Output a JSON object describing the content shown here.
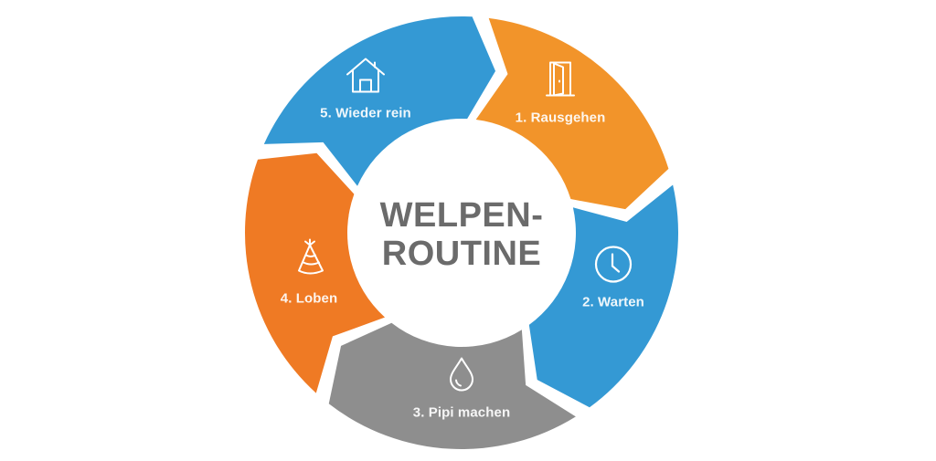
{
  "title": {
    "line1": "WELPEN-",
    "line2": "ROUTINE"
  },
  "colors": {
    "blue": "#3499d4",
    "orange_light": "#f2942a",
    "orange_dark": "#ef7a24",
    "gray": "#8e8e8e",
    "title_text": "#6b6b6b",
    "label_text": "#ffffff",
    "background": "#ffffff"
  },
  "steps": [
    {
      "number": 1,
      "label": "1. Rausgehen",
      "icon": "door-icon",
      "color": "#f2942a"
    },
    {
      "number": 2,
      "label": "2. Warten",
      "icon": "clock-icon",
      "color": "#3499d4"
    },
    {
      "number": 3,
      "label": "3. Pipi machen",
      "icon": "droplet-icon",
      "color": "#8e8e8e"
    },
    {
      "number": 4,
      "label": "4. Loben",
      "icon": "party-hat-icon",
      "color": "#ef7a24"
    },
    {
      "number": 5,
      "label": "5. Wieder rein",
      "icon": "house-icon",
      "color": "#3499d4"
    }
  ]
}
